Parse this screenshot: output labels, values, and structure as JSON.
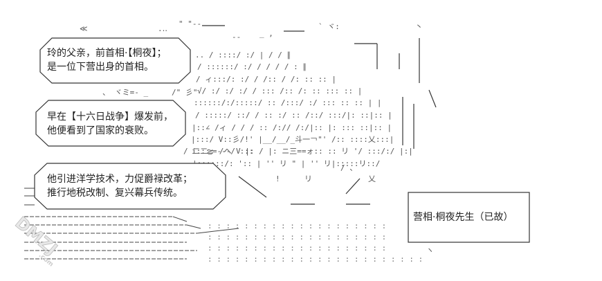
{
  "bubbles": [
    {
      "lines": [
        "玲的父亲，前首相·【桐夜】；",
        "是一位下营出身的首相。"
      ]
    },
    {
      "lines": [
        "早在【十六日战争】爆发前，",
        "他便看到了国家的衰败。"
      ]
    },
    {
      "lines": [
        "他引进洋学技术，力促爵禄改革；",
        "推行地税改制、复兴幕兵传统。"
      ]
    }
  ],
  "caption": {
    "text": "营相·桐夜先生（已故）"
  },
  "watermark": {
    "text": "DMZJ.com",
    "icon": "dmzj-logo"
  }
}
